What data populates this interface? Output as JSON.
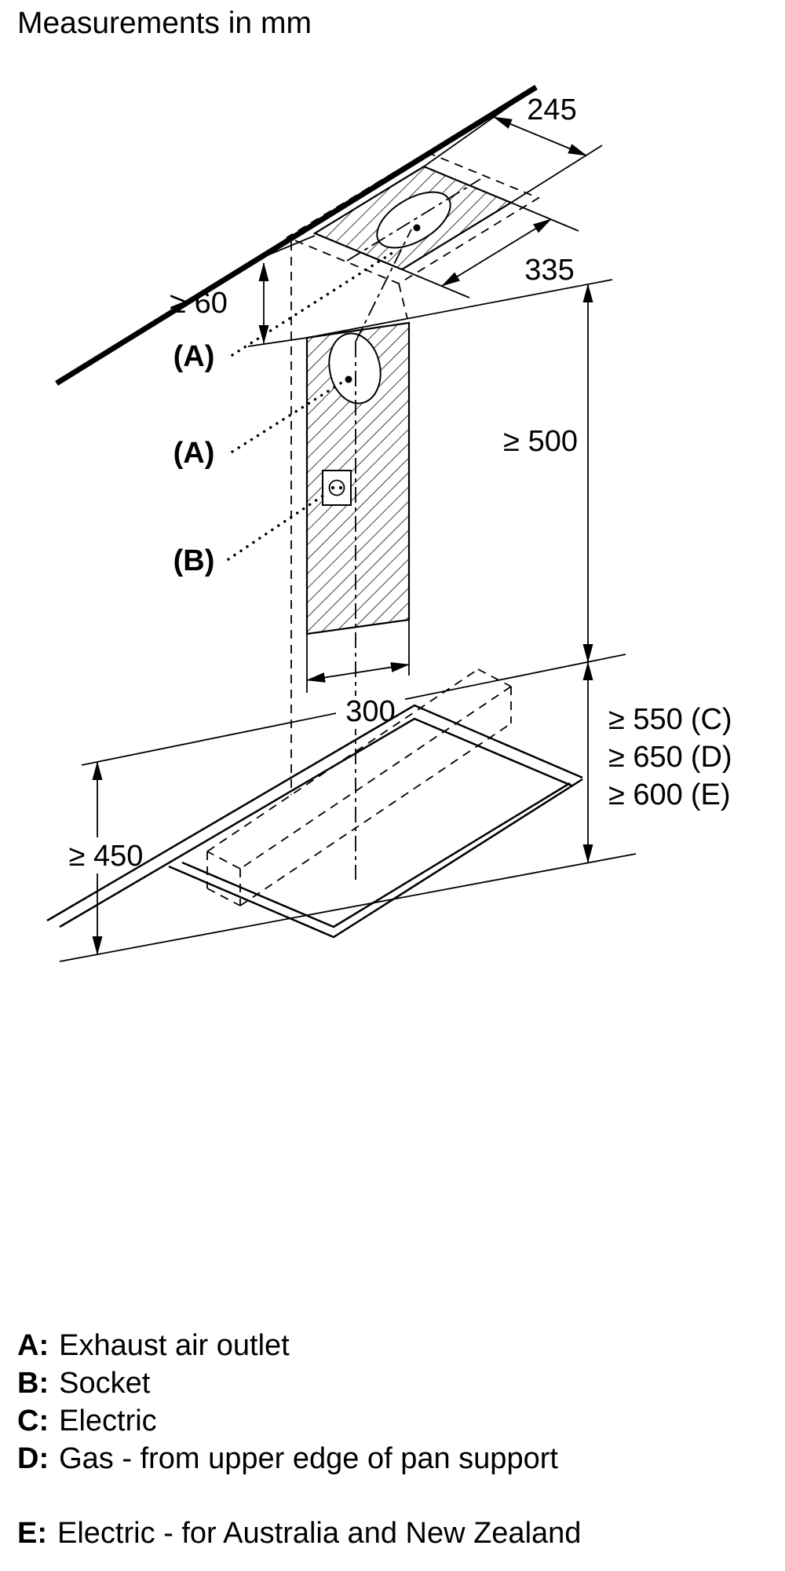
{
  "title": "Measurements in mm",
  "dims": {
    "depth": "245",
    "width_top": "335",
    "gap_top": "≥ 60",
    "chimney_height": "≥ 500",
    "duct_width": "300",
    "hob_clearance_left": "≥ 450",
    "label_a1": "(A)",
    "label_a2": "(A)",
    "label_b": "(B)"
  },
  "clearances": [
    {
      "value": "≥ 550",
      "key": "(C)"
    },
    {
      "value": "≥ 650",
      "key": "(D)"
    },
    {
      "value": "≥ 600",
      "key": "(E)"
    }
  ],
  "legend": [
    {
      "key": "A:",
      "text": "Exhaust air outlet"
    },
    {
      "key": "B:",
      "text": "Socket"
    },
    {
      "key": "C:",
      "text": "Electric"
    },
    {
      "key": "D:",
      "text": "Gas - from upper edge of pan support"
    },
    {
      "key": "E:",
      "text": "Electric - for Australia and New Zealand"
    }
  ],
  "colors": {
    "ink": "#000000",
    "background": "#ffffff"
  }
}
